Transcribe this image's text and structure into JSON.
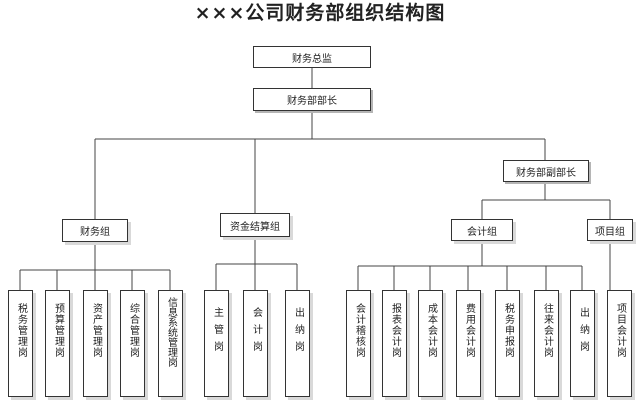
{
  "title": "×××公司财务部组织结构图",
  "top": {
    "director": "财务总监",
    "head": "财务部部长"
  },
  "deputy": "财务部副部长",
  "groups": {
    "finance": "财务组",
    "settlement": "资金结算组",
    "accounting": "会计组",
    "project": "项目组"
  },
  "posts": {
    "finance": [
      "税务管理岗",
      "预算管理岗",
      "资产管理岗",
      "综合管理岗",
      "信息系统管理岗"
    ],
    "settlement": [
      "主管岗",
      "会计岗",
      "出纳岗"
    ],
    "accounting": [
      "会计稽核岗",
      "报表会计岗",
      "成本会计岗",
      "费用会计岗",
      "税务申报岗",
      "往来会计岗",
      "出纳岗"
    ],
    "project": [
      "项目会计岗"
    ]
  }
}
